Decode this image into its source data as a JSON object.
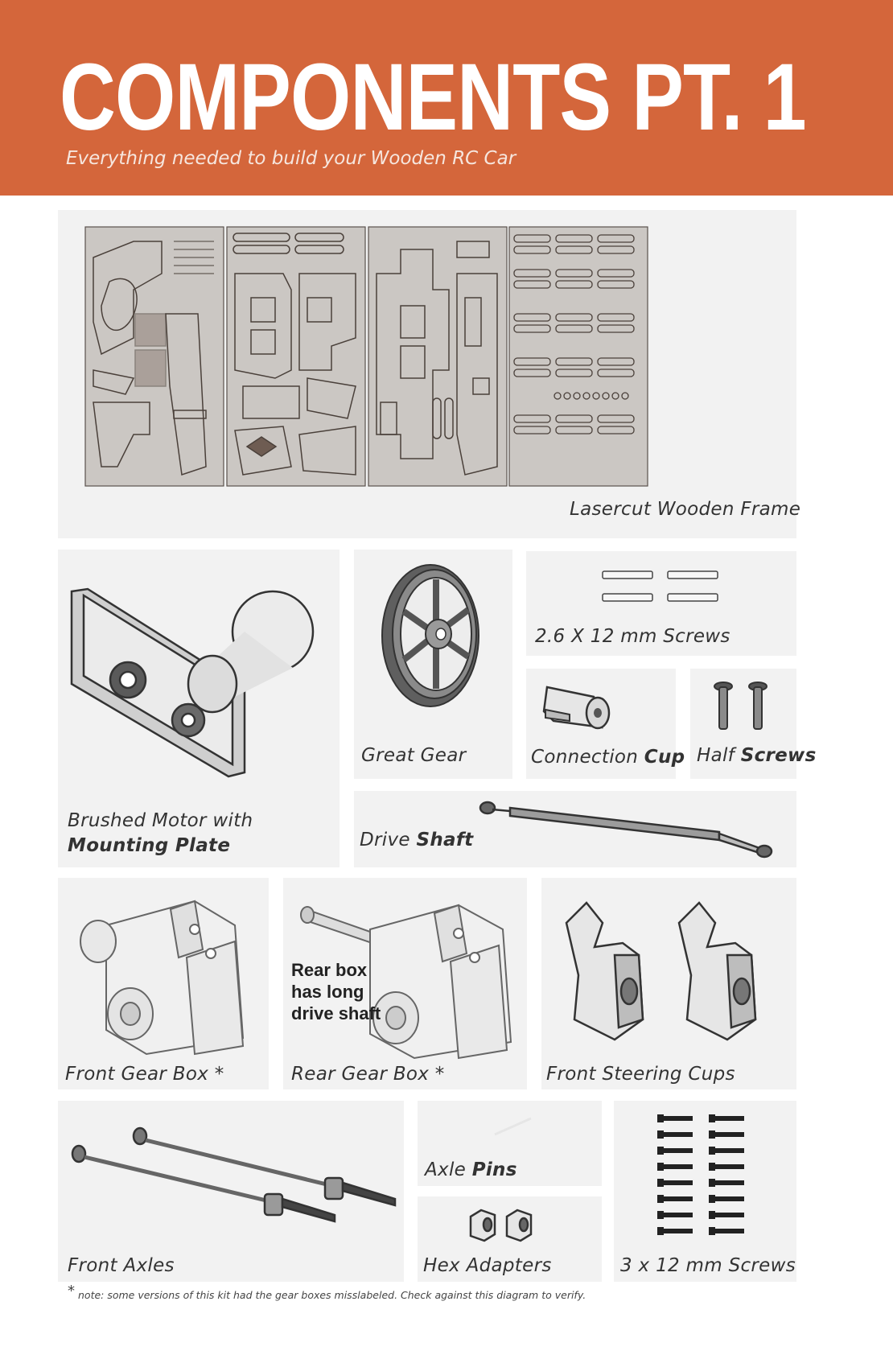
{
  "header": {
    "title": "COMPONENTS PT. 1",
    "subtitle": "Everything needed to build your Wooden RC Car"
  },
  "components": {
    "lasercut_frame": "Lasercut Wooden Frame",
    "motor_line1": "Brushed Motor with",
    "motor_line2": "Mounting Plate",
    "great_gear": "Great Gear",
    "screws_26": "2.6 X 12 mm Screws",
    "connection_a": "Connection",
    "connection_b": "Cup",
    "half_a": "Half",
    "half_b": "Screws",
    "drive_a": "Drive",
    "drive_b": "Shaft",
    "front_gear_box": "Front Gear Box *",
    "rear_gear_box": "Rear Gear Box *",
    "rear_note": [
      "Rear box",
      "has long",
      "drive shaft"
    ],
    "front_steering_cups": "Front Steering Cups",
    "front_axles": "Front Axles",
    "axle_a": "Axle",
    "axle_b": "Pins",
    "hex_adapters": "Hex Adapters",
    "screws_3": "3 x 12 mm Screws"
  },
  "footnote": {
    "mark": "*",
    "text": "note: some versions of this kit had the gear boxes misslabeled. Check against this diagram to verify."
  },
  "colors": {
    "header": "#d4663b",
    "panel": "#f2f2f2",
    "wood": "#cbc7c3",
    "line": "#3f3a37"
  }
}
